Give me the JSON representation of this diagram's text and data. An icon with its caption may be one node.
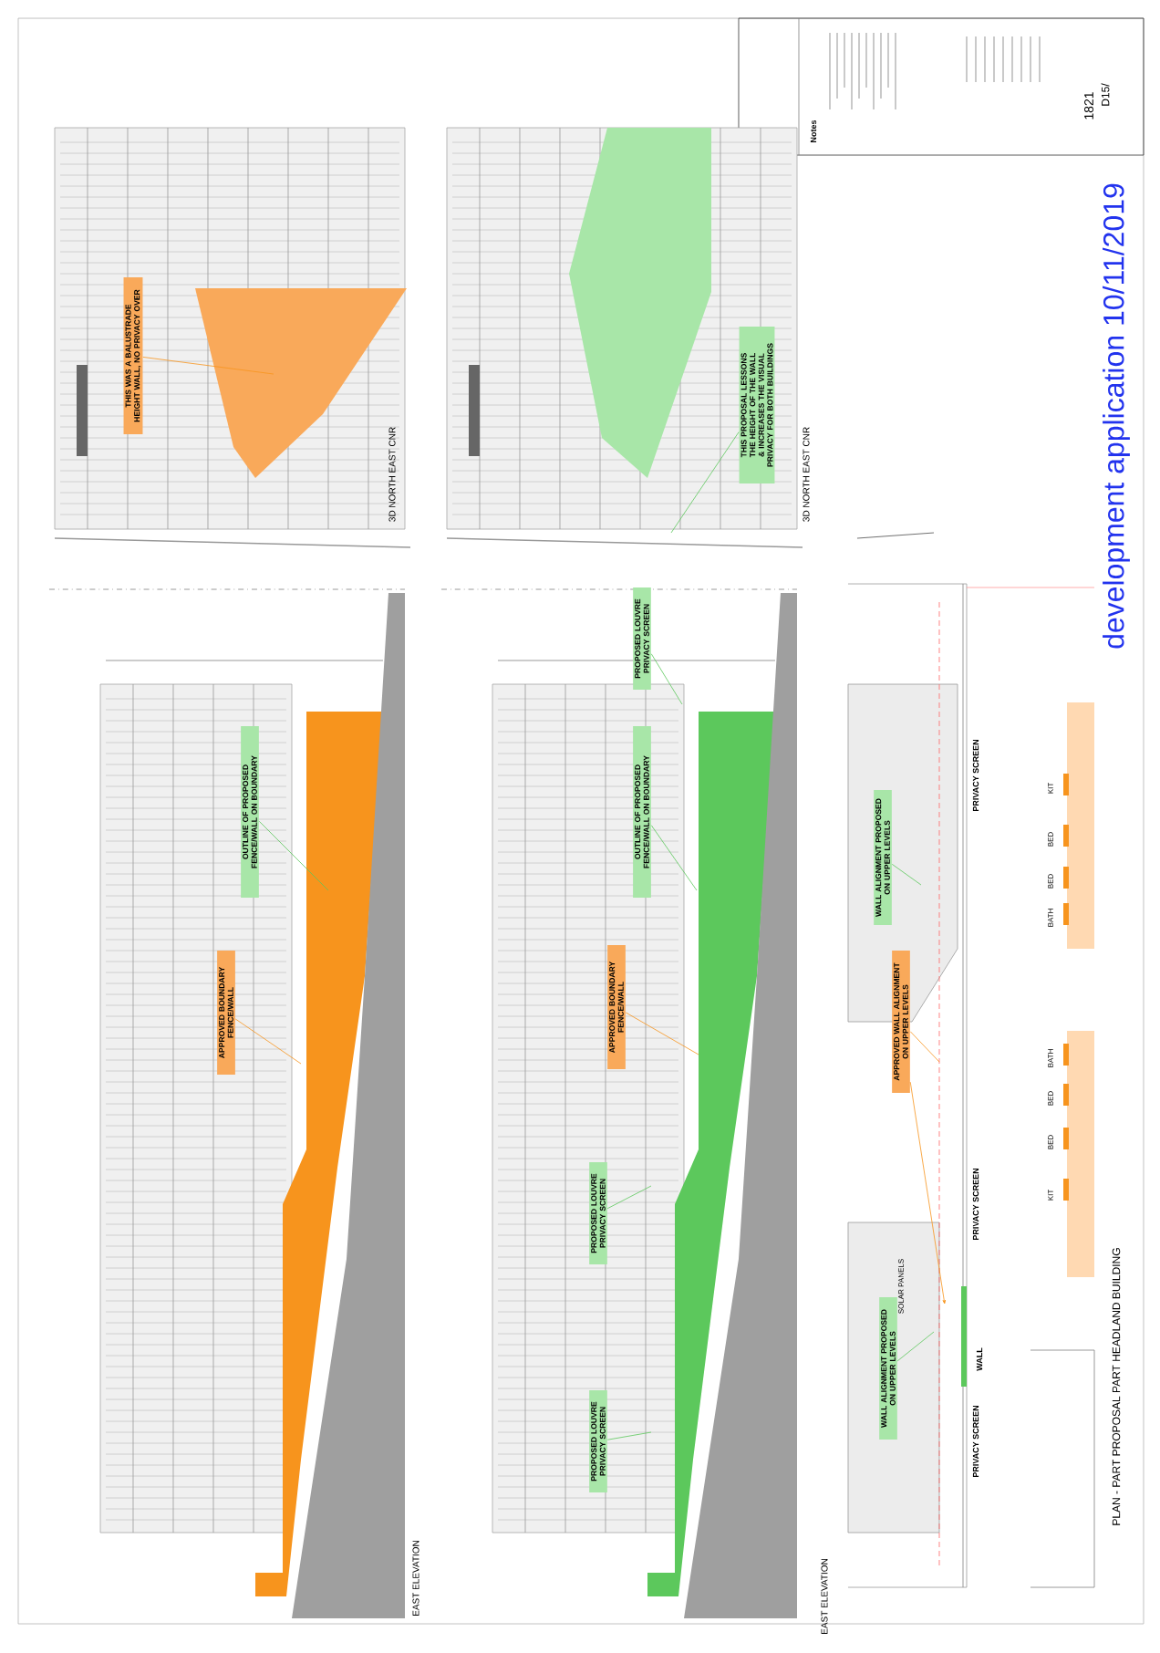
{
  "diagram": {
    "nodes": [
      {
        "text": [
          "THIS WAS A BALUSTRADE HEIGHT WALL, NO PRIVACY OVER"
        ]
      },
      {
        "text": [
          "APPROVED BOUNDARY FENCE/WALL"
        ]
      },
      {
        "text": [
          "OUTLINE OF PROPOSED FENCE/WALL ON BOUNDARY"
        ]
      },
      {
        "text": [
          "THIS PROPOSAL LESSONS THE HEIGHT OF THE WALL & INCREASES THE VISUAL PRIVACY FOR BOTH BUILDINGS"
        ]
      },
      {
        "text": [
          "PROPOSED LOUVRE PRIVACY SCREEN"
        ]
      },
      {
        "text": [
          "OUTLINE OF PROPOSED FENCE/WALL ON BOUNDARY"
        ]
      },
      {
        "text": [
          "APPROVED BOUNDARY FENCE/WALL"
        ]
      },
      {
        "text": [
          "PROPOSED LOUVRE PRIVACY SCREEN"
        ]
      },
      {
        "text": [
          "PROPOSED LOUVRE PRIVACY SCREEN"
        ]
      },
      {
        "text": [
          "WALL ALIGNMENT PROPOSED ON UPPER LEVELS"
        ]
      },
      {
        "text": [
          "APPROVED WALL ALIGNMENT ON UPPER LEVELS"
        ]
      },
      {
        "text": [
          "WALL ALIGNMENT PROPOSED ON UPPER LEVELS"
        ]
      }
    ],
    "edges": [
      {
        "from": 0,
        "to": null,
        "arrow": "none",
        "color": "#f7941d"
      },
      {
        "from": 1,
        "to": null,
        "arrow": "none",
        "color": "#f7941d"
      },
      {
        "from": 2,
        "to": null,
        "arrow": "none"
      },
      {
        "from": 3,
        "to": null,
        "arrow": "none"
      },
      {
        "from": 4,
        "to": null,
        "arrow": "none"
      },
      {
        "from": 5,
        "to": null,
        "arrow": "none"
      },
      {
        "from": 6,
        "to": null,
        "arrow": "none",
        "color": "#f7941d"
      },
      {
        "from": 7,
        "to": null,
        "arrow": "none"
      },
      {
        "from": 8,
        "to": null,
        "arrow": "none"
      },
      {
        "from": 9,
        "to": null,
        "arrow": "none"
      },
      {
        "from": 10,
        "to": null,
        "arrow": "none",
        "color": "#f7941d"
      },
      {
        "from": 10,
        "to": null,
        "arrow": "to",
        "color": "#f7941d"
      },
      {
        "from": 11,
        "to": null,
        "arrow": "none"
      }
    ],
    "labels": [
      "3D NORTH EAST CNR",
      "EAST ELEVATION",
      "3D NORTH EAST CNR",
      "EAST ELEVATION",
      "PRIVACY SCREEN",
      "SOLAR PANELS",
      "PRIVACY SCREEN",
      "WALL",
      "PRIVACY SCREEN",
      "KIT",
      "BED",
      "BED",
      "BATH",
      "BATH",
      "BED",
      "BED",
      "KIT",
      "PLAN - PART PROPOSAL PART HEADLAND BUILDING",
      "development application 10/11/2019",
      "Notes",
      "1821",
      "D15/"
    ]
  }
}
